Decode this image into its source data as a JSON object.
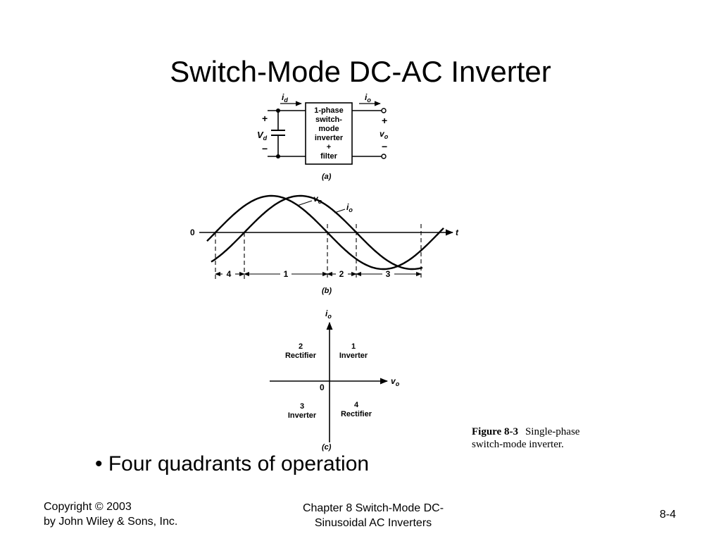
{
  "slide": {
    "title": "Switch-Mode DC-AC Inverter",
    "bullet": "• Four quadrants of operation"
  },
  "figure": {
    "a": {
      "block_lines": [
        "1-phase",
        "switch-",
        "mode",
        "inverter",
        "+",
        "filter"
      ],
      "i_d": "i",
      "i_d_sub": "d",
      "i_o": "i",
      "i_o_sub": "o",
      "v_d": "V",
      "v_d_sub": "d",
      "v_o": "v",
      "v_o_sub": "o",
      "plus": "+",
      "minus": "−",
      "caption": "(a)"
    },
    "b": {
      "zero": "0",
      "t": "t",
      "v_o": "v",
      "v_o_sub": "o",
      "i_o": "i",
      "i_o_sub": "o",
      "intervals": [
        "4",
        "1",
        "2",
        "3"
      ],
      "caption": "(b)"
    },
    "c": {
      "i_o": "i",
      "i_o_sub": "o",
      "v_o": "v",
      "v_o_sub": "o",
      "zero": "0",
      "q2_num": "2",
      "q2_mode": "Rectifier",
      "q1_num": "1",
      "q1_mode": "Inverter",
      "q3_num": "3",
      "q3_mode": "Inverter",
      "q4_num": "4",
      "q4_mode": "Rectifier",
      "caption": "(c)"
    },
    "caption_label": "Figure 8-3",
    "caption_line1": "Single-phase",
    "caption_line2": "switch-mode inverter."
  },
  "footer": {
    "copyright_line1": "Copyright © 2003",
    "copyright_line2": "by John Wiley & Sons, Inc.",
    "chapter_line1": "Chapter 8 Switch-Mode DC-",
    "chapter_line2": "Sinusoidal AC Inverters",
    "page_number": "8-4"
  }
}
